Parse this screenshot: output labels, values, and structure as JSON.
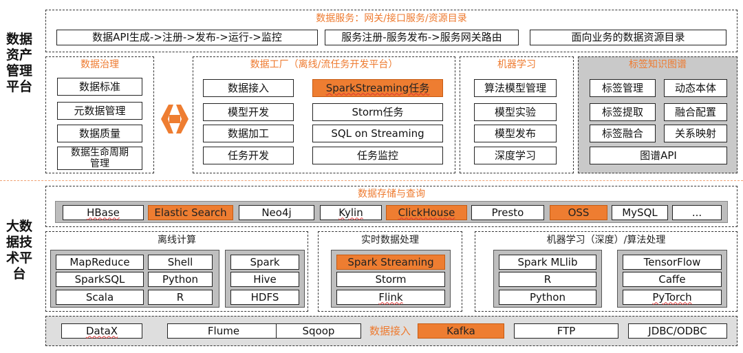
{
  "platforms": {
    "management": "数据资产管理平台",
    "tech": "大数据技术平台"
  },
  "services": {
    "title": "数据服务：网关/接口服务/资源目录",
    "items": [
      "数据API生成->注册->发布->运行->监控",
      "服务注册-服务发布->服务网关路由",
      "面向业务的数据资源目录"
    ]
  },
  "governance": {
    "title": "数据治理",
    "items": [
      "数据标准",
      "元数据管理",
      "数据质量",
      "数据生命周期\n管理"
    ]
  },
  "factory": {
    "title": "数据工厂（离线/流任务开发平台）",
    "left": [
      "数据接入",
      "模型开发",
      "数据加工",
      "任务开发"
    ],
    "right": [
      "SparkStreaming任务",
      "Storm任务",
      "SQL on Streaming",
      "任务监控"
    ]
  },
  "ml": {
    "title": "机器学习",
    "items": [
      "算法模型管理",
      "模型实验",
      "模型发布",
      "深度学习"
    ]
  },
  "tag": {
    "title": "标签知识图谱",
    "items": [
      "标签管理",
      "动态本体",
      "标签提取",
      "融合配置",
      "标签融合",
      "关系映射"
    ],
    "api": "图谱API"
  },
  "storage": {
    "title": "数据存储与查询",
    "items": [
      "HBase",
      "Elastic Search",
      "Neo4j",
      "Kylin",
      "ClickHouse",
      "Presto",
      "OSS",
      "MySQL",
      "..."
    ]
  },
  "offline": {
    "title": "离线计算",
    "grid": [
      "MapReduce",
      "Shell",
      "SparkSQL",
      "Python",
      "Scala",
      "R"
    ],
    "col": [
      "Spark",
      "Hive",
      "HDFS"
    ]
  },
  "realtime": {
    "title": "实时数据处理",
    "items": [
      "Spark Streaming",
      "Storm",
      "Flink"
    ]
  },
  "algo": {
    "title": "机器学习（深度）/算法处理",
    "left": [
      "Spark MLlib",
      "R",
      "Python"
    ],
    "right": [
      "TensorFlow",
      "Caffe",
      "PyTorch"
    ]
  },
  "ingest": {
    "label": "数据接入",
    "items": [
      "DataX",
      "Flume",
      "Sqoop",
      "Kafka",
      "FTP",
      "JDBC/ODBC"
    ]
  },
  "colors": {
    "accent": "#ee7d31",
    "panel_gray": "#c9c9c9",
    "separator": "#f0a070"
  }
}
